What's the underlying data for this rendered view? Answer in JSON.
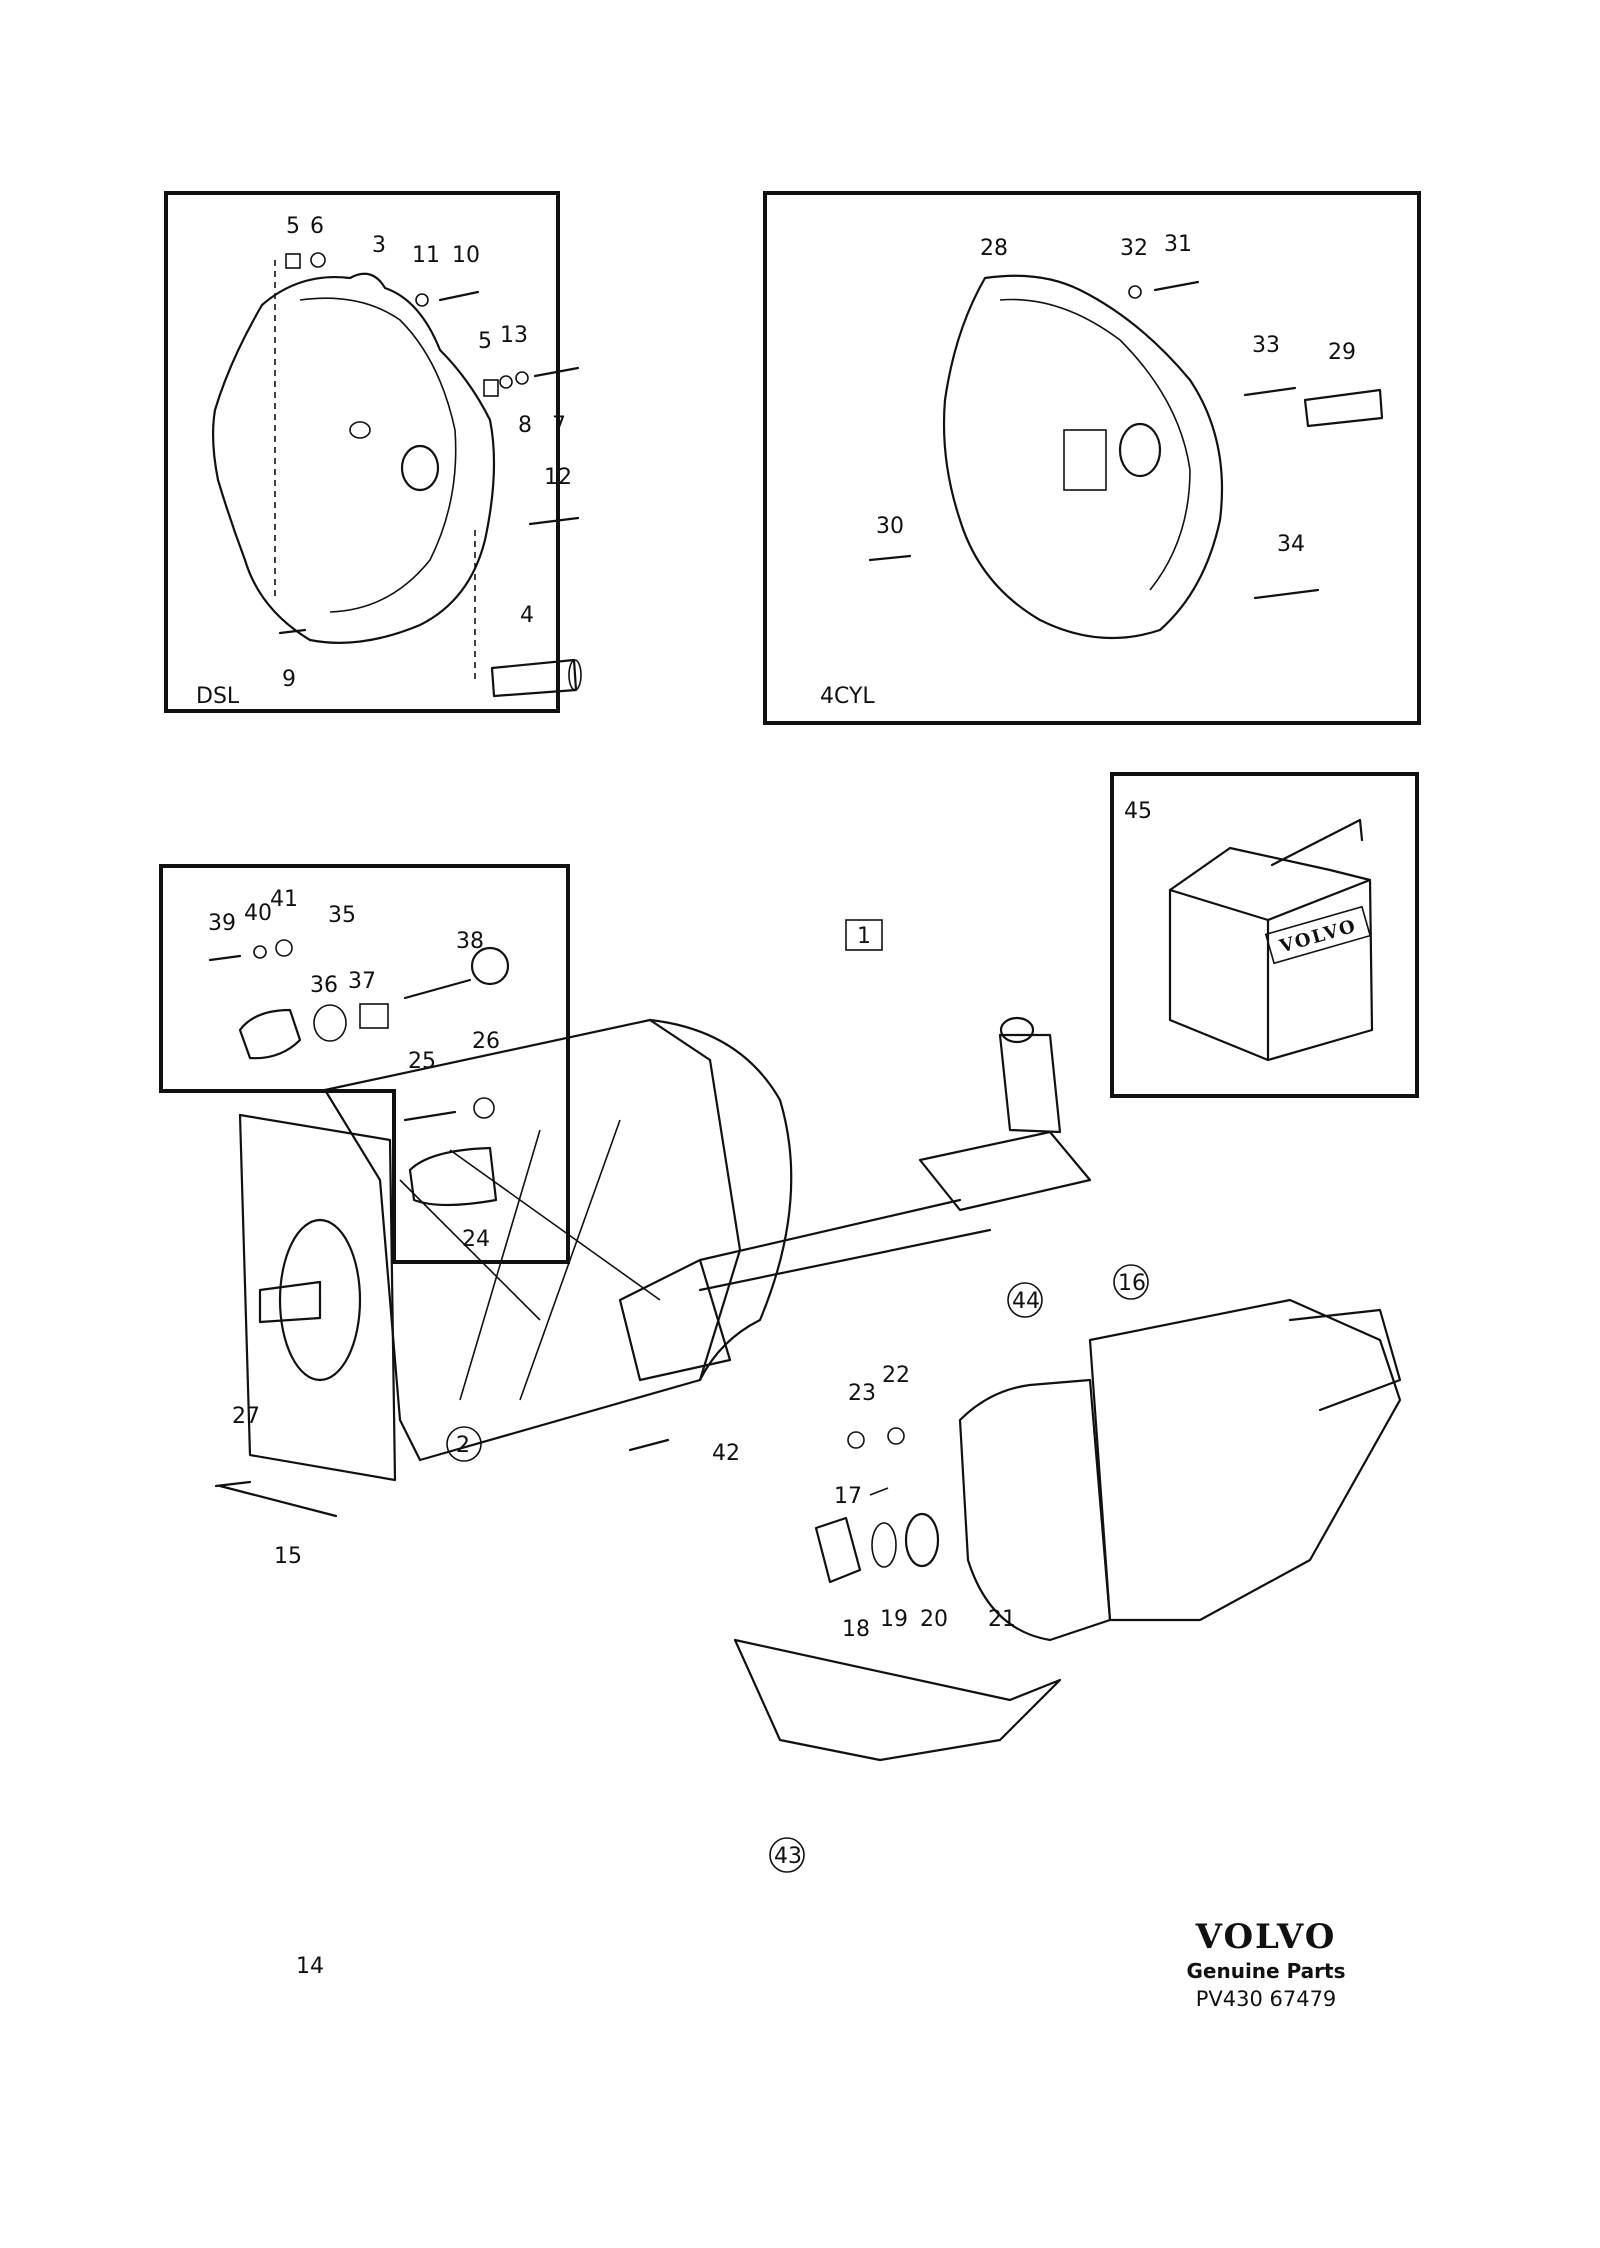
{
  "panels": {
    "dsl_title": "DSL",
    "cyl_title": "4CYL"
  },
  "callouts": {
    "dsl": [
      "5",
      "6",
      "3",
      "11",
      "10",
      "5",
      "13",
      "8",
      "7",
      "12",
      "4",
      "9"
    ],
    "cyl": [
      "28",
      "32",
      "31",
      "33",
      "29",
      "30",
      "34"
    ],
    "kit": "45",
    "speedo": [
      "39",
      "40",
      "41",
      "35",
      "36",
      "37",
      "38",
      "25",
      "26",
      "24"
    ],
    "main_box": "1",
    "main": [
      "27",
      "2",
      "42",
      "15",
      "14",
      "23",
      "22",
      "17",
      "18",
      "19",
      "20",
      "21",
      "16",
      "44",
      "43"
    ]
  },
  "box_brand": "VOLVO",
  "footer": {
    "brand": "VOLVO",
    "tagline": "Genuine Parts",
    "code": "PV430 67479"
  }
}
